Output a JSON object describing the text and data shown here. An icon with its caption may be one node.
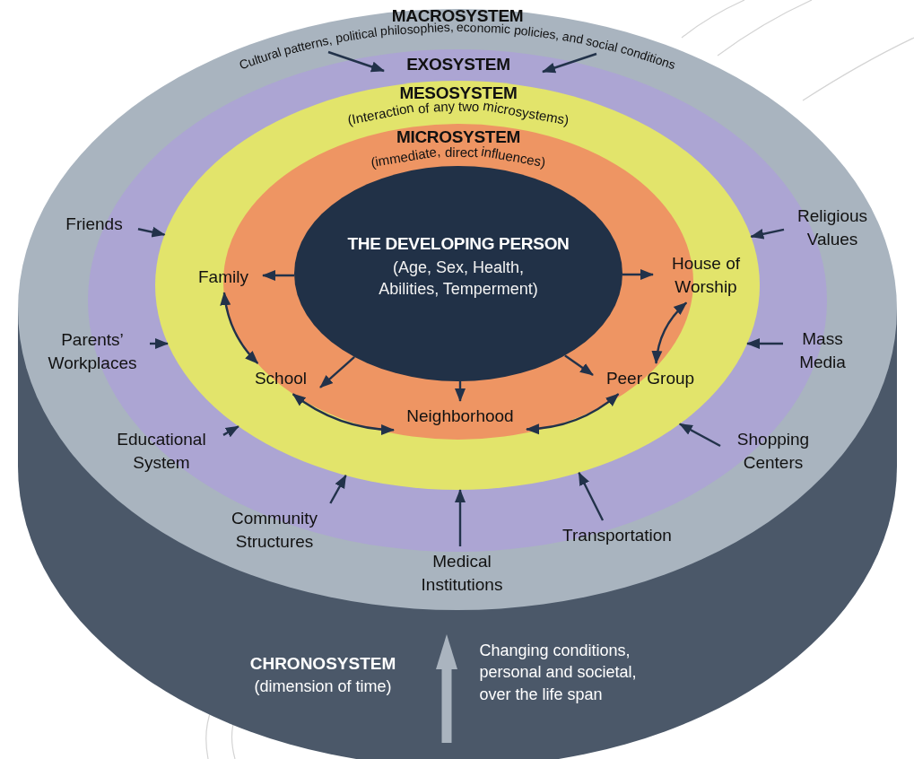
{
  "diagram": {
    "nodes": [
      {
        "text": [
          "MACROSYSTEM",
          "Cultural patterns, political philosophies, economic policies, and social conditions"
        ]
      },
      {
        "text": [
          "EXOSYSTEM"
        ],
        "in": 0
      },
      {
        "text": [
          "MESOSYSTEM",
          "(Interaction of any two microsystems)"
        ],
        "in": 1
      },
      {
        "text": [
          "MICROSYSTEM",
          "(immediate, direct influences)"
        ],
        "in": 2
      },
      {
        "text": [
          "THE DEVELOPING PERSON",
          "(Age, Sex, Health, Abilities, Temperment)"
        ],
        "in": 3
      },
      {
        "text": [
          "Family"
        ],
        "in": 2
      },
      {
        "text": [
          "School"
        ],
        "in": 3
      },
      {
        "text": [
          "Neighborhood"
        ],
        "in": 3
      },
      {
        "text": [
          "Peer Group"
        ],
        "in": 2
      },
      {
        "text": [
          "House of Worship"
        ],
        "in": 2
      },
      {
        "text": [
          "Friends"
        ],
        "in": 0
      },
      {
        "text": [
          "Parents’ Workplaces"
        ],
        "in": 0
      },
      {
        "text": [
          "Educational System"
        ],
        "in": 0
      },
      {
        "text": [
          "Community Structures"
        ],
        "in": 0
      },
      {
        "text": [
          "Medical Institutions"
        ],
        "in": 0
      },
      {
        "text": [
          "Transportation"
        ],
        "in": 0
      },
      {
        "text": [
          "Shopping Centers"
        ],
        "in": 0
      },
      {
        "text": [
          "Mass Media"
        ],
        "in": 0
      },
      {
        "text": [
          "Religious Values"
        ],
        "in": 0
      },
      {
        "text": [
          "CHRONOSYSTEM",
          "(dimension of time)",
          "Changing conditions, personal and societal, over the life span"
        ]
      }
    ],
    "edges": [
      {
        "from": 0,
        "to": 1,
        "arrow": "to"
      },
      {
        "from": 0,
        "to": 1,
        "arrow": "to"
      },
      {
        "from": 4,
        "to": 5,
        "arrow": "to"
      },
      {
        "from": 4,
        "to": 9,
        "arrow": "to"
      },
      {
        "from": 4,
        "to": 6,
        "arrow": "to"
      },
      {
        "from": 4,
        "to": 7,
        "arrow": "to"
      },
      {
        "from": 4,
        "to": 8,
        "arrow": "to"
      },
      {
        "from": 5,
        "to": 6,
        "arrow": "both"
      },
      {
        "from": 6,
        "to": 7,
        "arrow": "both"
      },
      {
        "from": 7,
        "to": 8,
        "arrow": "both"
      },
      {
        "from": 8,
        "to": 9,
        "arrow": "both"
      },
      {
        "from": 10,
        "to": 2,
        "arrow": "to"
      },
      {
        "from": 11,
        "to": 2,
        "arrow": "to"
      },
      {
        "from": 12,
        "to": 2,
        "arrow": "to"
      },
      {
        "from": 13,
        "to": 2,
        "arrow": "to"
      },
      {
        "from": 14,
        "to": 2,
        "arrow": "to"
      },
      {
        "from": 15,
        "to": 2,
        "arrow": "to"
      },
      {
        "from": 16,
        "to": 2,
        "arrow": "to"
      },
      {
        "from": 17,
        "to": 2,
        "arrow": "to"
      },
      {
        "from": 18,
        "to": 2,
        "arrow": "to"
      }
    ]
  }
}
